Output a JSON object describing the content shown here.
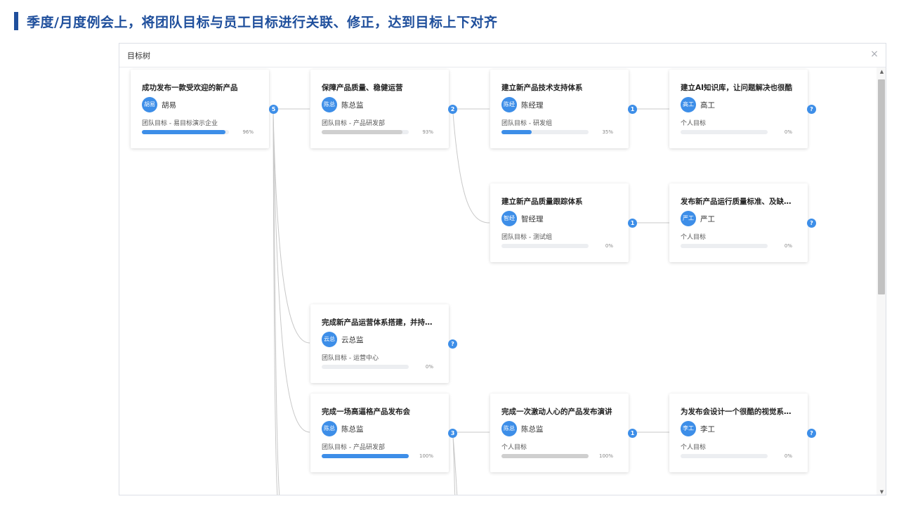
{
  "slide": {
    "title": "季度/月度例会上，将团队目标与员工目标进行关联、修正，达到目标上下对齐"
  },
  "dialog": {
    "title": "目标树",
    "close_icon": "×"
  },
  "colors": {
    "accent": "#3d8ee8",
    "title_blue": "#1f4f9c",
    "progress_blue": "#3d8ee8",
    "progress_gray": "#cfcfcf"
  },
  "cards": [
    {
      "id": "c1",
      "title": "成功发布一款受欢迎的新产品",
      "avatar": "胡易",
      "owner": "胡易",
      "meta": "团队目标 - 易目标演示企业",
      "progress": 96,
      "progress_label": "96%",
      "fill": "blue",
      "badge": "5"
    },
    {
      "id": "c2",
      "title": "保障产品质量、稳健运营",
      "avatar": "陈总",
      "owner": "陈总监",
      "meta": "团队目标 - 产品研发部",
      "progress": 93,
      "progress_label": "93%",
      "fill": "gray",
      "badge": "2"
    },
    {
      "id": "c3",
      "title": "建立新产品技术支持体系",
      "avatar": "陈经",
      "owner": "陈经理",
      "meta": "团队目标 - 研发组",
      "progress": 35,
      "progress_label": "35%",
      "fill": "blue",
      "badge": "1"
    },
    {
      "id": "c4",
      "title": "建立AI知识库，让问题解决也很酷",
      "avatar": "高工",
      "owner": "高工",
      "meta": "个人目标",
      "progress": 0,
      "progress_label": "0%",
      "fill": "blue",
      "badge": "?"
    },
    {
      "id": "c5",
      "title": "建立新产品质量跟踪体系",
      "avatar": "智经",
      "owner": "智经理",
      "meta": "团队目标 - 测试组",
      "progress": 0,
      "progress_label": "0%",
      "fill": "blue",
      "badge": "1"
    },
    {
      "id": "c6",
      "title": "发布新产品运行质量标准、及缺…",
      "avatar": "严工",
      "owner": "严工",
      "meta": "个人目标",
      "progress": 0,
      "progress_label": "0%",
      "fill": "blue",
      "badge": "?"
    },
    {
      "id": "c7",
      "title": "完成新产品运营体系搭建，并持…",
      "avatar": "云总",
      "owner": "云总监",
      "meta": "团队目标 - 运营中心",
      "progress": 0,
      "progress_label": "0%",
      "fill": "blue",
      "badge": "?"
    },
    {
      "id": "c8",
      "title": "完成一场高逼格产品发布会",
      "avatar": "陈总",
      "owner": "陈总监",
      "meta": "团队目标 - 产品研发部",
      "progress": 100,
      "progress_label": "100%",
      "fill": "blue",
      "badge": "3"
    },
    {
      "id": "c9",
      "title": "完成一次激动人心的产品发布演讲",
      "avatar": "陈总",
      "owner": "陈总监",
      "meta": "个人目标",
      "progress": 100,
      "progress_label": "100%",
      "fill": "gray",
      "badge": "1"
    },
    {
      "id": "c10",
      "title": "为发布会设计一个很酷的视觉系…",
      "avatar": "李工",
      "owner": "李工",
      "meta": "个人目标",
      "progress": 0,
      "progress_label": "0%",
      "fill": "blue",
      "badge": "?"
    }
  ]
}
